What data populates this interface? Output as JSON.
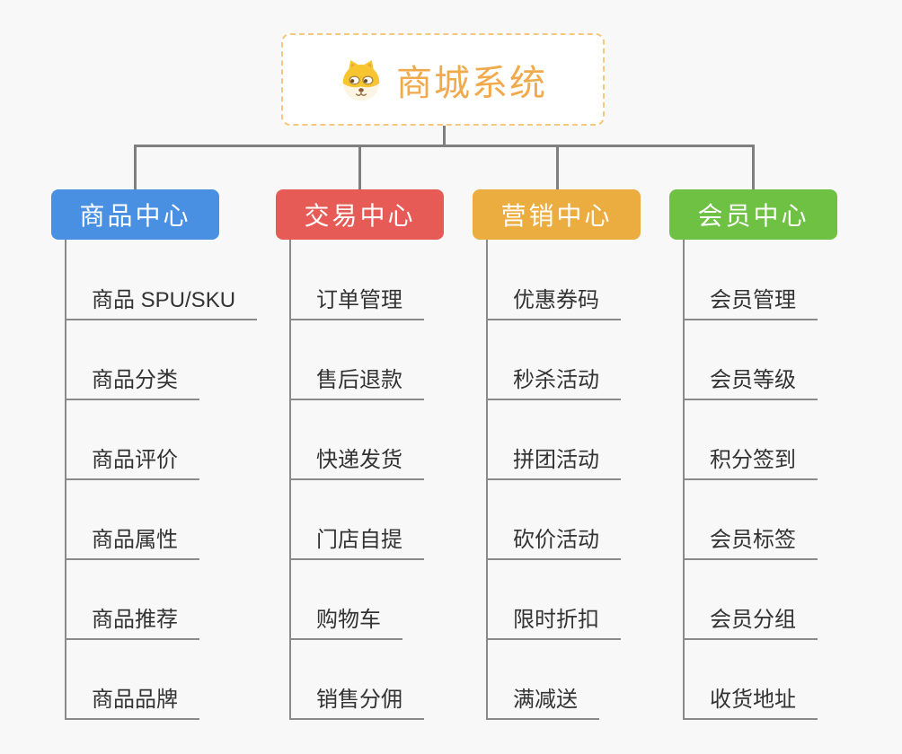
{
  "palette": {
    "background": "#f8f8f8",
    "connector_line": "#7f7f7f",
    "leaf_line": "#8a8a8a",
    "leaf_text": "#333333"
  },
  "root": {
    "label": "商城系统",
    "icon": "shiba-dog-icon",
    "text_color": "#F0AA4B",
    "border_color": "#F6C77F",
    "background": "#ffffff"
  },
  "branches": [
    {
      "label": "商品中心",
      "color": "#4A90E2",
      "items": [
        "商品 SPU/SKU",
        "商品分类",
        "商品评价",
        "商品属性",
        "商品推荐",
        "商品品牌"
      ]
    },
    {
      "label": "交易中心",
      "color": "#E75B57",
      "items": [
        "订单管理",
        "售后退款",
        "快递发货",
        "门店自提",
        "购物车",
        "销售分佣"
      ]
    },
    {
      "label": "营销中心",
      "color": "#EBAC40",
      "items": [
        "优惠券码",
        "秒杀活动",
        "拼团活动",
        "砍价活动",
        "限时折扣",
        "满减送"
      ]
    },
    {
      "label": "会员中心",
      "color": "#6FC144",
      "items": [
        "会员管理",
        "会员等级",
        "积分签到",
        "会员标签",
        "会员分组",
        "收货地址"
      ]
    }
  ]
}
